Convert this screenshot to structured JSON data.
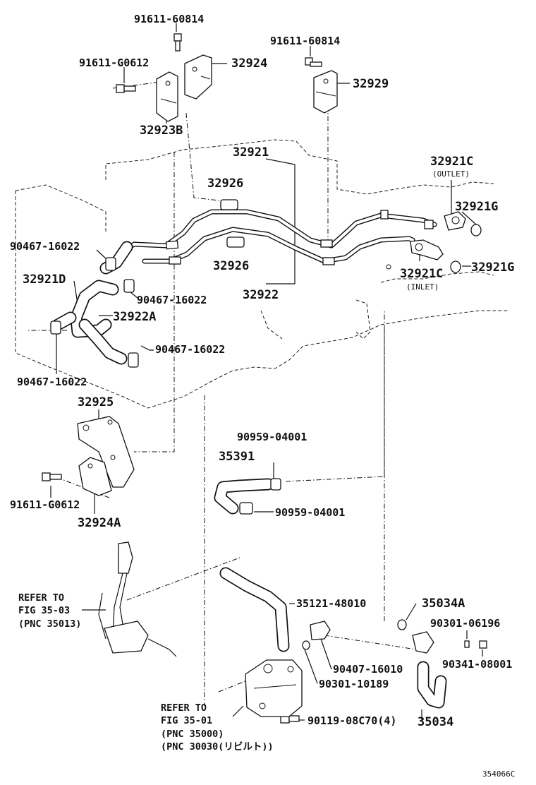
{
  "diagram": {
    "part_numbers": {
      "bolt_top": "91611-60814",
      "bolt_right": "91611-60814",
      "bolt_left": "91611-G0612",
      "bracket_32924": "32924",
      "bracket_32929": "32929",
      "bracket_32923b": "32923B",
      "pipe_upper": "32921",
      "pipe_lower": "32922",
      "sleeve_upper": "32926",
      "sleeve_lower": "32926",
      "union_outlet": "32921C",
      "gasket_outlet": "32921G",
      "union_inlet": "32921C",
      "gasket_inlet": "32921G",
      "clamp_a": "90467-16022",
      "clamp_b": "90467-16022",
      "clamp_c": "90467-16022",
      "clamp_d": "90467-16022",
      "hose_32921d": "32921D",
      "hose_32922a": "32922A",
      "bracket_32925": "32925",
      "bolt_bottom": "91611-G0612",
      "bracket_32924a": "32924A",
      "clip_upper": "90959-04001",
      "hose_35391": "35391",
      "clip_lower": "90959-04001",
      "hose_35121": "35121-48010",
      "pipe_35034a": "35034A",
      "gasket_90301_06196": "90301-06196",
      "plug_90341": "90341-08001",
      "union_90407": "90407-16010",
      "gasket_90301_10189": "90301-10189",
      "bolt_90119": "90119-08C70(4)",
      "hose_35034": "35034"
    },
    "notes": {
      "outlet": "(OUTLET)",
      "inlet": "(INLET)"
    },
    "refer_left": {
      "line1": "REFER TO",
      "line2": "FIG 35-03",
      "line3": "(PNC 35013)"
    },
    "refer_bottom": {
      "line1": "REFER TO",
      "line2": "FIG 35-01",
      "line3": "(PNC 35000)",
      "line4": "(PNC 30030(リビルト))"
    },
    "figure_code": "354066C"
  }
}
